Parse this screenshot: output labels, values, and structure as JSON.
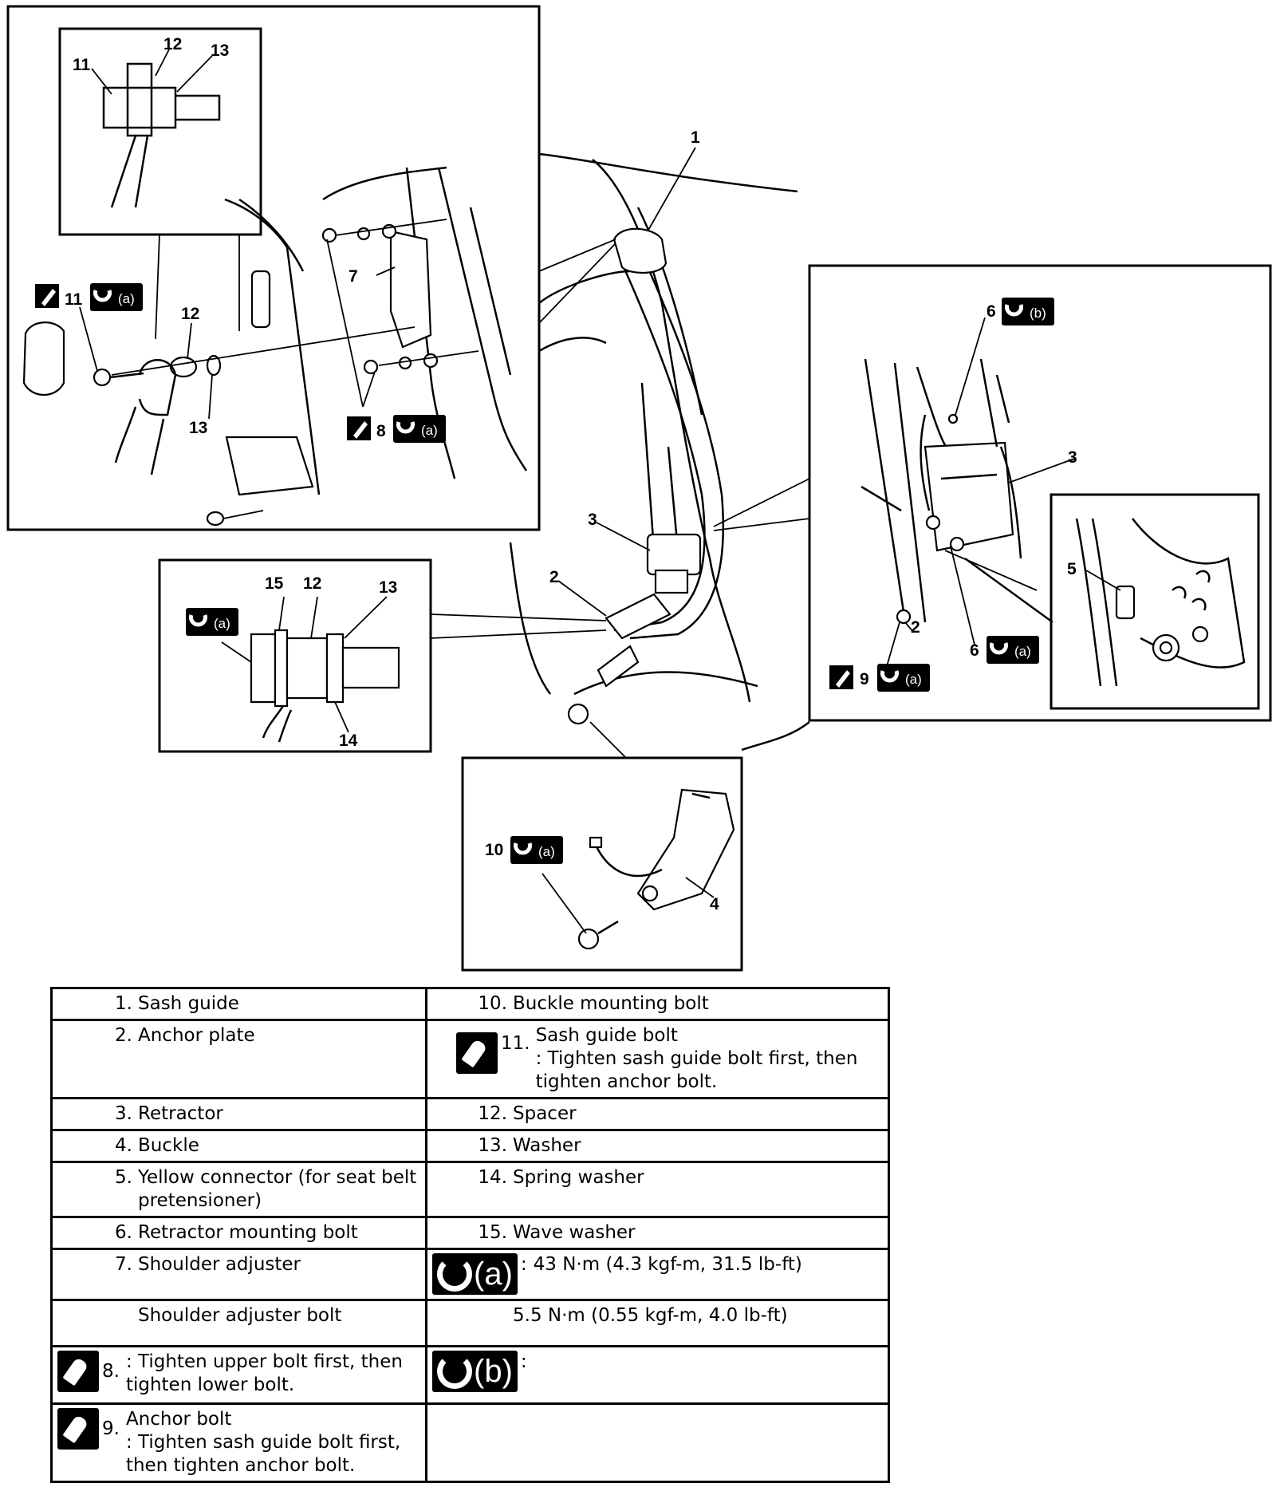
{
  "callouts": {
    "c1": "1",
    "c2": "2",
    "c3": "3",
    "c4": "4",
    "c5": "5",
    "c6": "6",
    "c7": "7",
    "c8": "8",
    "c9": "9",
    "c10": "10",
    "c11": "11",
    "c12": "12",
    "c13": "13",
    "c14": "14",
    "c15": "15"
  },
  "torque_tags": {
    "a": "(a)",
    "b": "(b)"
  },
  "legend": {
    "r1": {
      "n": "1.",
      "t": "Sash guide",
      "n2": "10.",
      "t2": "Buckle mounting bolt"
    },
    "r2": {
      "n": "2.",
      "t": "Anchor plate",
      "n2": "11.",
      "t2": "Sash guide bolt\n: Tighten sash guide bolt first, then tighten anchor bolt."
    },
    "r3": {
      "n": "3.",
      "t": "Retractor",
      "n2": "12.",
      "t2": "Spacer"
    },
    "r4": {
      "n": "4.",
      "t": "Buckle",
      "n2": "13.",
      "t2": "Washer"
    },
    "r5": {
      "n": "5.",
      "t": "Yellow connector (for seat belt pretensioner)",
      "n2": "14.",
      "t2": "Spring washer"
    },
    "r6": {
      "n": "6.",
      "t": "Retractor mounting bolt",
      "n2": "15.",
      "t2": "Wave washer"
    },
    "r7": {
      "n": "7.",
      "t": "Shoulder adjuster",
      "t2": "43 N·m (4.3 kgf-m, 31.5 lb-ft)"
    },
    "r8": {
      "t": "Shoulder adjuster bolt",
      "t2": "5.5 N·m (0.55 kgf-m, 4.0 lb-ft)"
    },
    "r9": {
      "n": "8.",
      "t": ": Tighten upper bolt first, then tighten lower bolt."
    },
    "r10": {
      "n": "9.",
      "t": "Anchor bolt\n: Tighten sash guide bolt first, then tighten anchor bolt."
    },
    "torque_a_label": "(a)",
    "torque_b_label": "(b)",
    "colon": ":"
  }
}
